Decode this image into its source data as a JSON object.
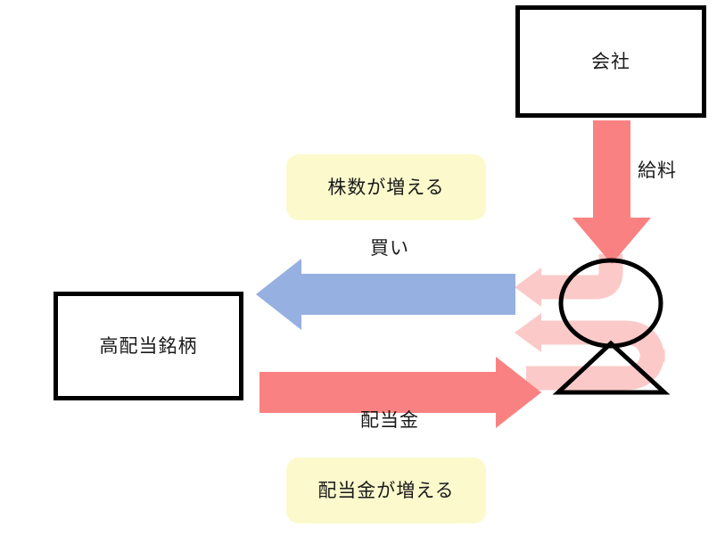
{
  "diagram": {
    "title": "high-dividend investing cycle",
    "boxes": [
      {
        "id": "company",
        "label": "会社"
      },
      {
        "id": "stock",
        "label": "高配当銘柄"
      }
    ],
    "callouts": [
      {
        "id": "shares",
        "label": "株数が増える"
      },
      {
        "id": "dividend",
        "label": "配当金が増える"
      }
    ],
    "flow_labels": [
      {
        "id": "salary",
        "label": "給料"
      },
      {
        "id": "buy",
        "label": "買い"
      },
      {
        "id": "payout",
        "label": "配当金"
      }
    ],
    "person": {
      "head_icon": "circle-head-icon",
      "body_icon": "triangle-body-icon"
    },
    "colors": {
      "red_arrow": "#fa8181",
      "blue_arrow": "#96b0e2",
      "pale_pink_flow": "#fcc9c9",
      "yellow_callout": "#fcfacd",
      "box_border": "#000000",
      "text": "#1a1a1a",
      "background": "#ffffff"
    }
  }
}
